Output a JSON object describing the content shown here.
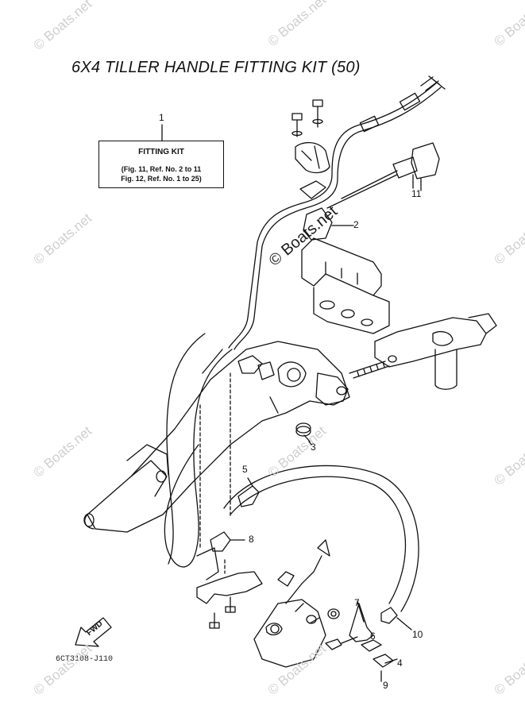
{
  "title": "6X4 TILLER HANDLE FITTING KIT (50)",
  "fitting_kit": {
    "title": "FITTING KIT",
    "line1": "(Fig. 11, Ref. No. 2 to 11",
    "line2": "Fig. 12, Ref. No. 1 to 25)"
  },
  "refs": {
    "r1": "1",
    "r2": "2",
    "r3": "3",
    "r4": "4",
    "r5": "5",
    "r6": "6",
    "r7": "7",
    "r8": "8",
    "r9": "9",
    "r10": "10",
    "r11": "11"
  },
  "fwd_label": "FWD",
  "diagram_code": "6CT3108-J110",
  "watermark": "© Boats.net"
}
